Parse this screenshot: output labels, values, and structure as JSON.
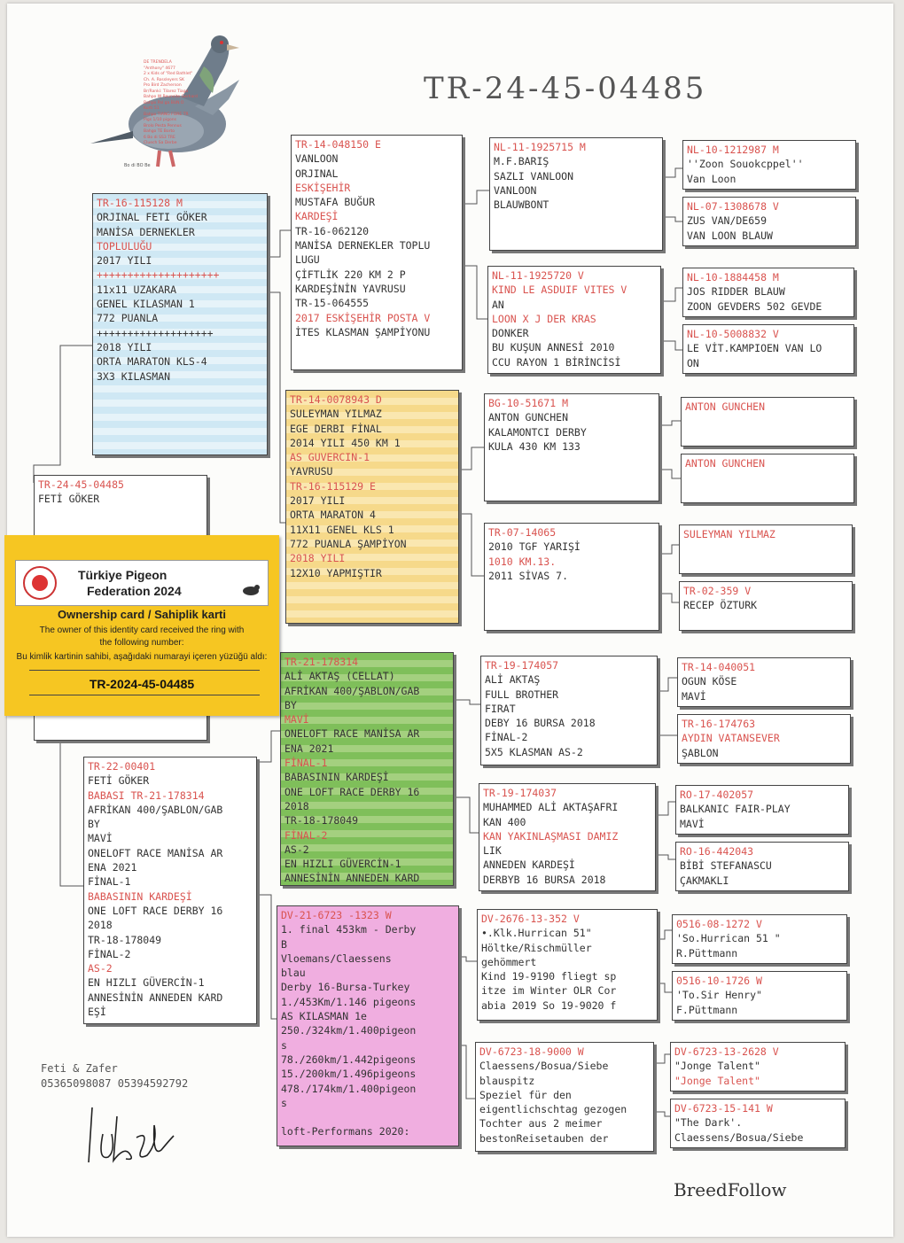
{
  "title": "TR-24-45-04485",
  "brand": "BreedFollow",
  "owner": {
    "name": "Feti & Zafer",
    "phones": "05365098087 05394592792"
  },
  "pigeon_logo_lines": [
    "DE TRENDELA",
    "\"Anthony\" 4677",
    "2 x Kids of \"Red Bathlet\"",
    "Ch. A. Rossleyers SK",
    "Pro Bird Zacherson",
    "Br/Ranki: Tilarez Tiaga",
    "Bahpo W Reunsite Gerhard",
    "Bahpo Pal ga BUN O",
    "Kurti 51",
    "Bahpo TIANG FORE TR",
    "Pigs 1/10 pigons",
    "Brolo Pesta Pennus",
    "Bahgo TE Borto",
    "6 Bo di SS3 TRE",
    "Cluech Sa Derbe"
  ],
  "pigeon_logo_caption": "Bo di BO Be",
  "card": {
    "fed_line1": "Türkiye Pigeon",
    "fed_line2": "Federation 2024",
    "heading": "Ownership card / Sahiplik karti",
    "text1": "The owner of this identity card received the ring with",
    "text2": "the following number:",
    "text3": "Bu kimlik kartinin sahibi, aşağıdaki numarayi içeren yüzüğü aldı:",
    "number": "TR-2024-45-04485"
  },
  "boxes": {
    "subject": {
      "ring": "TR-24-45-04485",
      "lines": [
        "FETİ GÖKER"
      ]
    },
    "sire": {
      "ring": "TR-16-115128 M",
      "lines": [
        {
          "t": "ORJINAL FETI GÖKER"
        },
        {
          "t": "MANİSA DERNEKLER"
        },
        {
          "t": "TOPLULUĞU",
          "r": true
        },
        {
          "t": " 2017 YILI"
        },
        {
          "t": "++++++++++++++++++++",
          "r": true
        },
        {
          "t": "11x11 UZAKARA"
        },
        {
          "t": "GENEL KILASMAN 1"
        },
        {
          "t": "772 PUANLA"
        },
        {
          "t": "+++++++++++++++++++"
        },
        {
          "t": "2018 YILI"
        },
        {
          "t": "ORTA MARATON KLS-4"
        },
        {
          "t": "3X3 KILASMAN"
        }
      ]
    },
    "dam": {
      "ring": "TR-22-00401",
      "lines": [
        {
          "t": "FETİ GÖKER"
        },
        {
          "t": "BABASI TR-21-178314",
          "r": true
        },
        {
          "t": "AFRİKAN 400/ŞABLON/GAB"
        },
        {
          "t": "BY"
        },
        {
          "t": "MAVİ"
        },
        {
          "t": "ONELOFT RACE MANİSA AR"
        },
        {
          "t": "ENA 2021"
        },
        {
          "t": "FİNAL-1"
        },
        {
          "t": "BABASININ KARDEŞİ",
          "r": true
        },
        {
          "t": "ONE LOFT RACE DERBY 16"
        },
        {
          "t": " 2018"
        },
        {
          "t": "TR-18-178049"
        },
        {
          "t": "FİNAL-2"
        },
        {
          "t": "AS-2",
          "r": true
        },
        {
          "t": "EN HIZLI GÜVERCİN-1"
        },
        {
          "t": "ANNESİNİN ANNEDEN KARD"
        },
        {
          "t": "EŞİ"
        }
      ]
    },
    "ss": {
      "ring": "TR-14-048150 E",
      "lines": [
        {
          "t": "VANLOON"
        },
        {
          "t": "ORJINAL"
        },
        {
          "t": "ESKİŞEHİR",
          "r": true
        },
        {
          "t": "MUSTAFA BUĞUR"
        },
        {
          "t": "KARDEŞİ",
          "r": true
        },
        {
          "t": "TR-16-062120"
        },
        {
          "t": "MANİSA DERNEKLER TOPLU"
        },
        {
          "t": "LUGU"
        },
        {
          "t": "ÇİFTLİK 220 KM 2 P"
        },
        {
          "t": "KARDEŞİNİN YAVRUSU"
        },
        {
          "t": "TR-15-064555"
        },
        {
          "t": "2017 ESKİŞEHİR POSTA V",
          "r": true
        },
        {
          "t": "İTES KLASMAN ŞAMPİYONU"
        }
      ]
    },
    "sd": {
      "ring": "TR-14-0078943 D",
      "lines": [
        {
          "t": "SULEYMAN YILMAZ"
        },
        {
          "t": "EGE DERBI FİNAL"
        },
        {
          "t": "2014 YILI 450 KM 1"
        },
        {
          "t": "AS GUVERCIN-1",
          "r": true
        },
        {
          "t": "YAVRUSU"
        },
        {
          "t": "TR-16-115129 E",
          "r": true
        },
        {
          "t": "2017 YILI"
        },
        {
          "t": "ORTA MARATON 4"
        },
        {
          "t": "11X11 GENEL KLS 1"
        },
        {
          "t": "772 PUANLA ŞAMPİYON"
        },
        {
          "t": "2018 YILI",
          "r": true
        },
        {
          "t": "12X10 YAPMIŞTIR"
        }
      ]
    },
    "ds": {
      "ring": "TR-21-178314",
      "lines": [
        {
          "t": "ALİ AKTAŞ  (CELLAT)"
        },
        {
          "t": "AFRİKAN 400/ŞABLON/GAB"
        },
        {
          "t": "BY"
        },
        {
          "t": "MAVİ",
          "r": true
        },
        {
          "t": "ONELOFT RACE MANİSA AR"
        },
        {
          "t": "ENA 2021"
        },
        {
          "t": "FİNAL-1",
          "r": true
        },
        {
          "t": "BABASININ KARDEŞİ"
        },
        {
          "t": "ONE LOFT RACE DERBY 16"
        },
        {
          "t": " 2018"
        },
        {
          "t": "TR-18-178049"
        },
        {
          "t": "FİNAL-2",
          "r": true
        },
        {
          "t": "AS-2"
        },
        {
          "t": "EN HIZLI GÜVERCİN-1"
        },
        {
          "t": "ANNESİNİN ANNEDEN KARD"
        }
      ]
    },
    "dd": {
      "ring": "DV-21-6723 -1323 W",
      "lines": [
        {
          "t": "1. final 453km - Derby"
        },
        {
          "t": "   B"
        },
        {
          "t": "Vloemans/Claessens"
        },
        {
          "t": "blau"
        },
        {
          "t": "Derby 16-Bursa-Turkey"
        },
        {
          "t": "1./453Km/1.146 pigeons"
        },
        {
          "t": "AS KILASMAN 1e"
        },
        {
          "t": "250./324km/1.400pigeon"
        },
        {
          "t": "s"
        },
        {
          "t": "78./260km/1.442pigeons"
        },
        {
          "t": "15./200km/1.496pigeons"
        },
        {
          "t": "478./174km/1.400pigeon"
        },
        {
          "t": "s"
        },
        {
          "t": ""
        },
        {
          "t": "loft-Performans 2020:"
        }
      ]
    },
    "sss": {
      "ring": "NL-11-1925715 M",
      "lines": [
        {
          "t": "M.F.BARIŞ"
        },
        {
          "t": "SAZLI VANLOON"
        },
        {
          "t": "VANLOON"
        },
        {
          "t": "BLAUWBONT"
        }
      ]
    },
    "ssd": {
      "ring": "NL-11-1925720 V",
      "lines": [
        {
          "t": "KIND LE ASDUIF VITES V",
          "r": true
        },
        {
          "t": "AN"
        },
        {
          "t": "LOON X J DER KRAS",
          "r": true
        },
        {
          "t": "DONKER"
        },
        {
          "t": "BU KUŞUN ANNESİ 2010"
        },
        {
          "t": "CCU RAYON 1 BİRİNCİSİ"
        }
      ]
    },
    "sds": {
      "ring": "BG-10-51671 M",
      "lines": [
        {
          "t": "ANTON GUNCHEN"
        },
        {
          "t": "KALAMONTCI DERBY"
        },
        {
          "t": "KULA 430 KM 133"
        }
      ]
    },
    "sdd": {
      "ring": "TR-07-14065",
      "lines": [
        {
          "t": "2010 TGF YARIŞİ"
        },
        {
          "t": "1010 KM.13.",
          "r": true
        },
        {
          "t": "2011 SİVAS 7."
        }
      ]
    },
    "dss": {
      "ring": "TR-19-174057",
      "lines": [
        {
          "t": "ALİ AKTAŞ"
        },
        {
          "t": "FULL BROTHER"
        },
        {
          "t": "FIRAT"
        },
        {
          "t": "DEBY 16 BURSA 2018"
        },
        {
          "t": "FİNAL-2"
        },
        {
          "t": "5X5 KLASMAN AS-2"
        }
      ]
    },
    "dsd": {
      "ring": "TR-19-174037",
      "lines": [
        {
          "t": "MUHAMMED ALİ AKTAŞAFRI"
        },
        {
          "t": "KAN 400"
        },
        {
          "t": "KAN YAKINLAŞMASI DAMIZ",
          "r": true
        },
        {
          "t": "LIK"
        },
        {
          "t": "ANNEDEN KARDEŞİ"
        },
        {
          "t": "DERBYB 16 BURSA 2018"
        }
      ]
    },
    "dds": {
      "ring": "DV-2676-13-352 V",
      "lines": [
        {
          "t": "•.Klk.Hurrican 51\""
        },
        {
          "t": "Höltke/Rischmüller"
        },
        {
          "t": "gehömmert"
        },
        {
          "t": "Kind 19-9190 fliegt sp"
        },
        {
          "t": "itze im Winter OLR Cor"
        },
        {
          "t": "abia 2019 So 19-9020 f"
        }
      ]
    },
    "ddd": {
      "ring": "DV-6723-18-9000 W",
      "lines": [
        {
          "t": "Claessens/Bosua/Siebe"
        },
        {
          "t": "blauspitz"
        },
        {
          "t": "Speziel für den"
        },
        {
          "t": "eigentlichschtag gezogen"
        },
        {
          "t": "Tochter aus 2 meimer"
        },
        {
          "t": "bestonReisetauben der"
        }
      ]
    },
    "g1": {
      "ring": "NL-10-1212987 M",
      "lines": [
        {
          "t": " ''Zoon Souokcppel''"
        },
        {
          "t": "Van Loon"
        }
      ]
    },
    "g2": {
      "ring": "NL-07-1308678 V",
      "lines": [
        {
          "t": "ZUS VAN/DE659"
        },
        {
          "t": "VAN LOON BLAUW"
        }
      ]
    },
    "g3": {
      "ring": "NL-10-1884458 M",
      "lines": [
        {
          "t": "JOS RIDDER BLAUW"
        },
        {
          "t": "ZOON GEVDERS 502 GEVDE"
        }
      ]
    },
    "g4": {
      "ring": "NL-10-5008832 V",
      "lines": [
        {
          "t": "LE VİT.KAMPIOEN VAN LO"
        },
        {
          "t": "ON"
        }
      ]
    },
    "g5": {
      "ring": "ANTON GUNCHEN",
      "lines": []
    },
    "g6": {
      "ring": "ANTON GUNCHEN",
      "lines": []
    },
    "g7": {
      "ring": "SULEYMAN YILMAZ",
      "lines": []
    },
    "g8": {
      "ring": "TR-02-359 V",
      "lines": [
        {
          "t": "RECEP ÖZTURK"
        }
      ]
    },
    "g9": {
      "ring": "TR-14-040051",
      "lines": [
        {
          "t": "OGUN KÖSE"
        },
        {
          "t": "MAVİ"
        }
      ]
    },
    "g10": {
      "ring": "TR-16-174763",
      "lines": [
        {
          "t": "AYDIN VATANSEVER",
          "r": true
        },
        {
          "t": "ŞABLON"
        }
      ]
    },
    "g11": {
      "ring": "RO-17-402057",
      "lines": [
        {
          "t": "BALKANIC FAIR-PLAY"
        },
        {
          "t": "MAVİ"
        }
      ]
    },
    "g12": {
      "ring": "RO-16-442043",
      "lines": [
        {
          "t": "BİBİ STEFANASCU"
        },
        {
          "t": "ÇAKMAKLI"
        }
      ]
    },
    "g13": {
      "ring": "0516-08-1272 V",
      "lines": [
        {
          "t": "'So.Hurrican 51 \""
        },
        {
          "t": "R.Püttmann"
        }
      ]
    },
    "g14": {
      "ring": "0516-10-1726 W",
      "lines": [
        {
          "t": "'To.Sir Henry\""
        },
        {
          "t": "F.Püttmann"
        }
      ]
    },
    "g15": {
      "ring": "DV-6723-13-2628 V",
      "lines": [
        {
          "t": "\"Jonge Talent\""
        },
        {
          "t": "\"Jonge Talent\"",
          "r": true
        }
      ]
    },
    "g16": {
      "ring": "DV-6723-15-141 W",
      "lines": [
        {
          "t": "\"The Dark'."
        },
        {
          "t": "Claessens/Bosua/Siebe"
        }
      ]
    }
  }
}
